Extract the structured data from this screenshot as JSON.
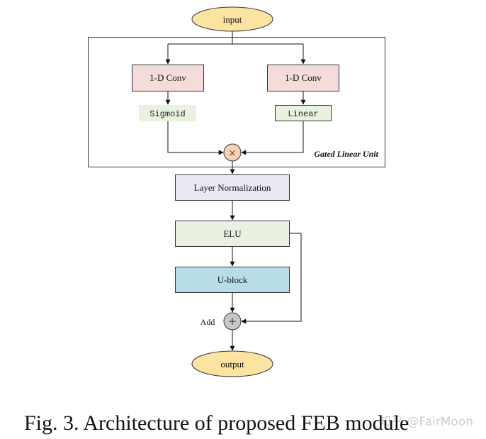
{
  "diagram": {
    "input_label": "input",
    "output_label": "output",
    "glu": {
      "title": "Gated Linear Unit",
      "left_conv": "1-D Conv",
      "right_conv": "1-D Conv",
      "left_activation": "Sigmoid",
      "right_activation": "Linear",
      "multiply_symbol": "×"
    },
    "layer_norm": "Layer Normalization",
    "elu": "ELU",
    "ublock": "U-block",
    "add_label": "Add",
    "add_symbol": "+",
    "colors": {
      "ellipse_fill": "#fbe3a1",
      "conv_fill": "#f4dcda",
      "activation_fill": "#e9f1df",
      "multiply_fill": "#f8d0b4",
      "layernorm_fill": "#ece9f3",
      "elu_fill": "#ebf1e2",
      "ublock_fill": "#b7dde8",
      "add_fill": "#c8c8c8",
      "stroke": "#333333"
    }
  },
  "caption": "Fig. 3. Architecture of proposed FEB module",
  "watermark": "知乎 @FairMoon"
}
